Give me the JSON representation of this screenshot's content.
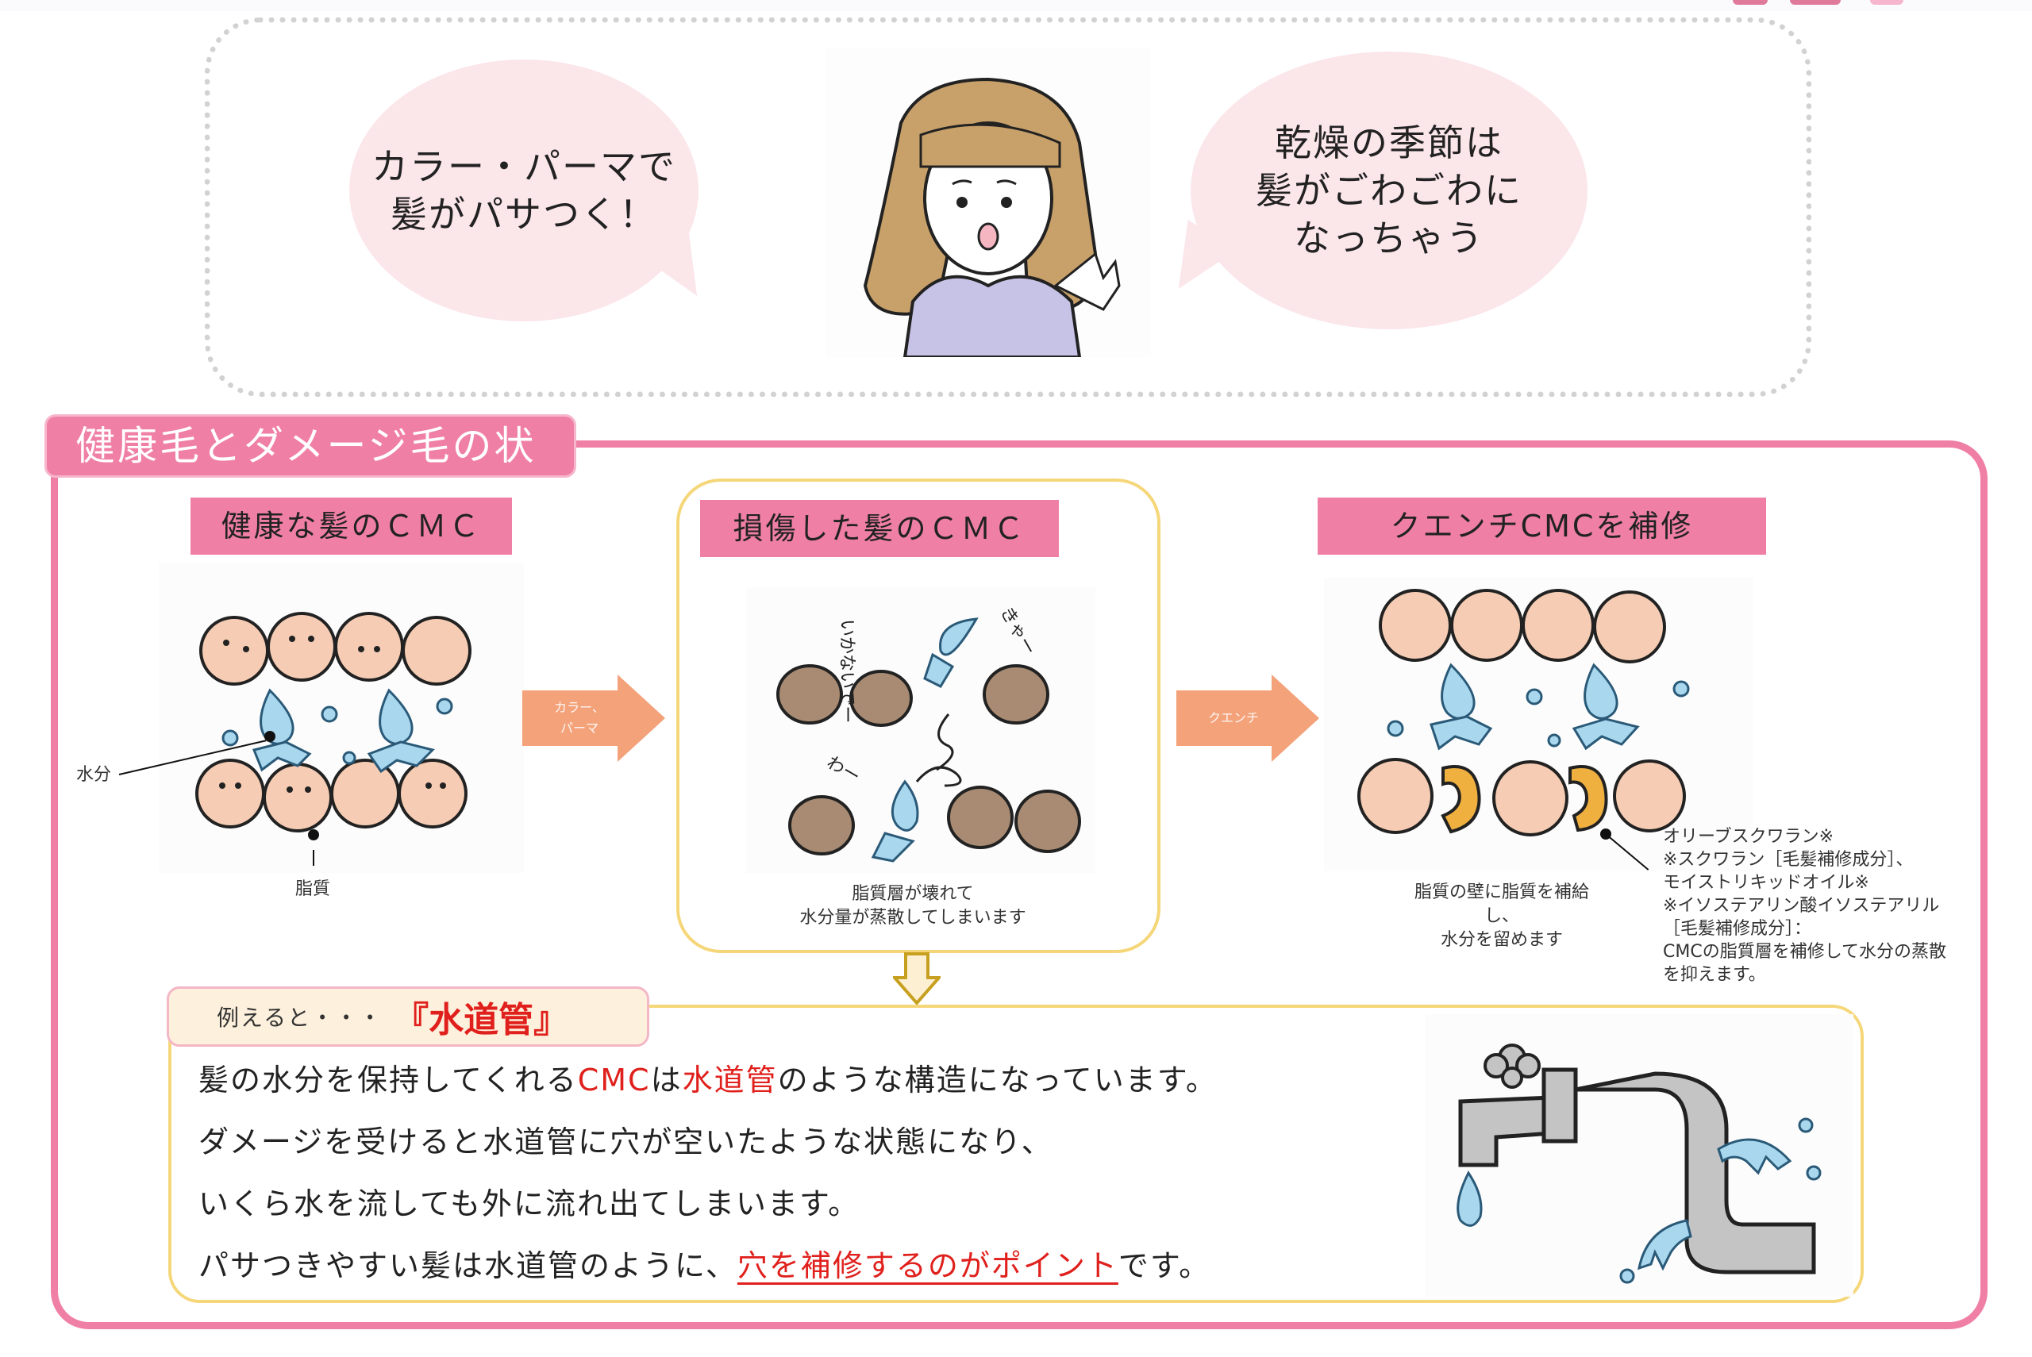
{
  "bubbles": {
    "left": "カラー・パーマで\n髪がパサつく！",
    "right": "乾燥の季節は\n髪がごわごわに\nなっちゃう"
  },
  "section": {
    "title": "健康毛とダメージ毛の状態",
    "columns": [
      {
        "header": "健康な髪のＣＭＣ"
      },
      {
        "header": "損傷した髪のＣＭＣ"
      },
      {
        "header": "クエンチCMCを補修"
      }
    ],
    "arrows": [
      {
        "label": "カラー、\nパーマ"
      },
      {
        "label": "クエンチ"
      }
    ],
    "healthy_labels": {
      "water": "水分",
      "lipid": "脂質"
    },
    "damaged_caption": "脂質層が壊れて\n水分量が蒸散してしまいます",
    "damaged_illustration_text": [
      "いかないでー",
      "きゃー",
      "わー"
    ],
    "repair_caption": "脂質の壁に脂質を補給\nし、\n水分を留めます",
    "ingredients_note": "オリーブスクワラン※\n※スクワラン［毛髪補修成分］、\nモイストリキッドオイル※\n※イソステアリン酸イソステアリル\n［毛髪補修成分］：\nCMCの脂質層を補修して水分の蒸散\nを抑えます。"
  },
  "analogy": {
    "tag_prefix": "例えると・・・",
    "tag_keyword": "『水道管』",
    "lines": [
      {
        "pre": "髪の水分を保持してくれる",
        "red1": "CMC",
        "mid": "は",
        "red2": "水道管",
        "post": "のような構造になっています。"
      },
      {
        "text": "ダメージを受けると水道管に穴が空いたような状態になり、"
      },
      {
        "text": "いくら水を流しても外に流れ出てしまいます。"
      },
      {
        "pre": "パサつきやすい髪は水道管のように、",
        "emph": "穴を補修するのがポイント",
        "post": "です。"
      }
    ]
  },
  "colors": {
    "pink": "#f07fa6",
    "bubble": "#fbe6ea",
    "yellow": "#f5d77a",
    "orange_arrow": "#f3a27a",
    "red_text": "#e0201c"
  }
}
